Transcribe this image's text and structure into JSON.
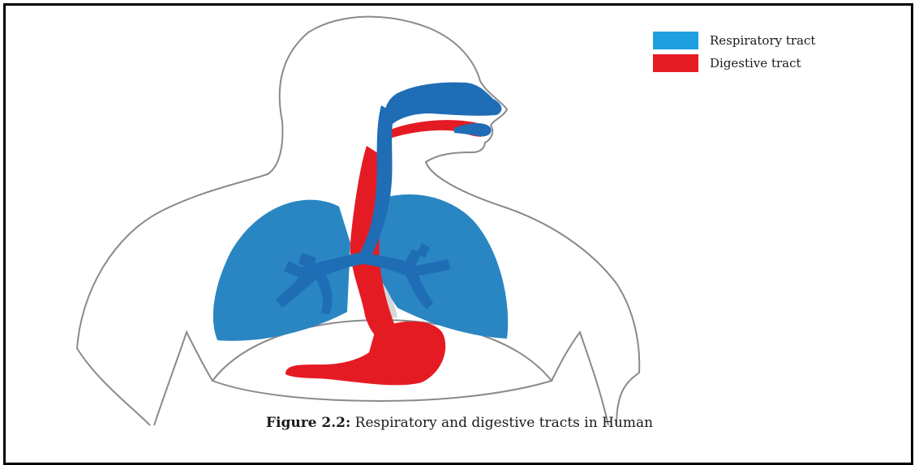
{
  "legend": [
    {
      "label": "Respiratory tract",
      "color": "#1ea0e0"
    },
    {
      "label": "Digestive tract",
      "color": "#e51b24"
    }
  ],
  "caption": {
    "label": "Figure 2.2:",
    "text": "Respiratory and digestive tracts in Human"
  },
  "colors": {
    "lung": "#2a86c2",
    "airway": "#1f6db5",
    "digestive": "#e51b24",
    "outline": "#8a8a8a"
  }
}
